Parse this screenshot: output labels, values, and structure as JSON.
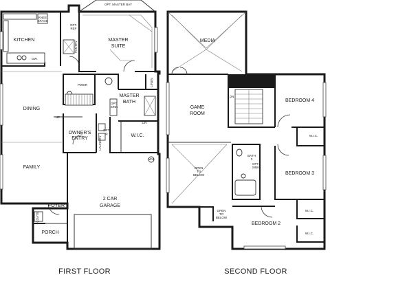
{
  "first_floor": {
    "caption": "FIRST FLOOR",
    "rooms": {
      "kitchen": "KITCHEN",
      "kitchen_space": [
        "KNEE",
        "SPACE"
      ],
      "opt_ref": [
        "OPT.",
        "REF"
      ],
      "pantry": "PANTRY",
      "dw": "DW",
      "master_suite": [
        "MASTER",
        "SUITE"
      ],
      "opt_master_bay": "OPT. MASTER BAY",
      "pwdr": "PWDR",
      "master_bath": [
        "MASTER",
        "BATH"
      ],
      "linen": "LINEN",
      "opt_sink": [
        "OPT.",
        "SINK"
      ],
      "dining": "DINING",
      "up": "UP",
      "owners_entry": [
        "OWNER'S",
        "ENTRY"
      ],
      "laundry": "LAUNDRY",
      "opt_door": [
        "OPT.",
        "D"
      ],
      "lin": "LIN",
      "wic": "W.I.C.",
      "wh": "WH",
      "family": "FAMILY",
      "garage": [
        "2 CAR",
        "GARAGE"
      ],
      "foyer": "FOYER",
      "coats": "COATS",
      "porch": "PORCH"
    }
  },
  "second_floor": {
    "caption": "SECOND FLOOR",
    "rooms": {
      "media": "MEDIA",
      "game_room": [
        "GAME",
        "ROOM"
      ],
      "dn": "DN",
      "bedroom4": "BEDROOM 4",
      "wic4": "W.I.C.",
      "bath3": [
        "BATH",
        "3"
      ],
      "opt_sink": [
        "OPT.",
        "SINK"
      ],
      "bedroom3": "BEDROOM 3",
      "open_to_below_left": [
        "OPEN",
        "TO",
        "BELOW"
      ],
      "open_to_below_small": [
        "OPEN",
        "TO",
        "BELOW"
      ],
      "bedroom2": "BEDROOM 2",
      "wic3": "W.I.C.",
      "wic2": "W.I.C."
    }
  }
}
